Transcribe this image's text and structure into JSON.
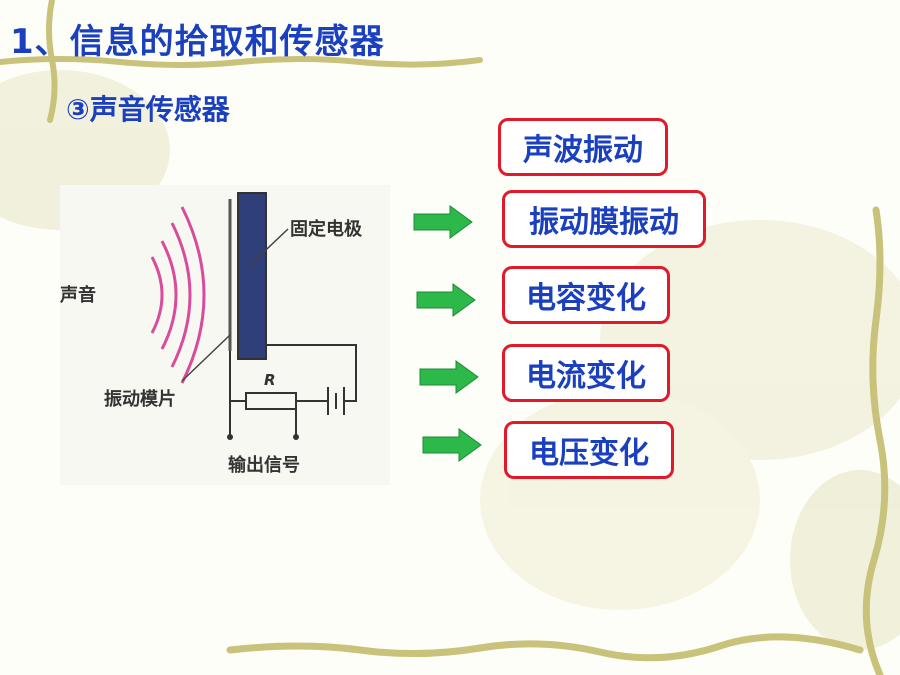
{
  "slide": {
    "title": "1、信息的拾取和传感器",
    "subtitle": "③声音传感器"
  },
  "diagram": {
    "label_sound": "声音",
    "label_electrode": "固定电极",
    "label_membrane": "振动模片",
    "label_resistor": "R",
    "label_output": "输出信号"
  },
  "chain": [
    {
      "label": "声波振动"
    },
    {
      "label": "振动膜振动"
    },
    {
      "label": "电容变化"
    },
    {
      "label": "电流变化"
    },
    {
      "label": "电压变化"
    }
  ],
  "colors": {
    "text_blue": "#1a3fbf",
    "box_border": "#e01a2a",
    "arrow_green": "#2db84a",
    "wave_pink": "#d94b9b"
  }
}
